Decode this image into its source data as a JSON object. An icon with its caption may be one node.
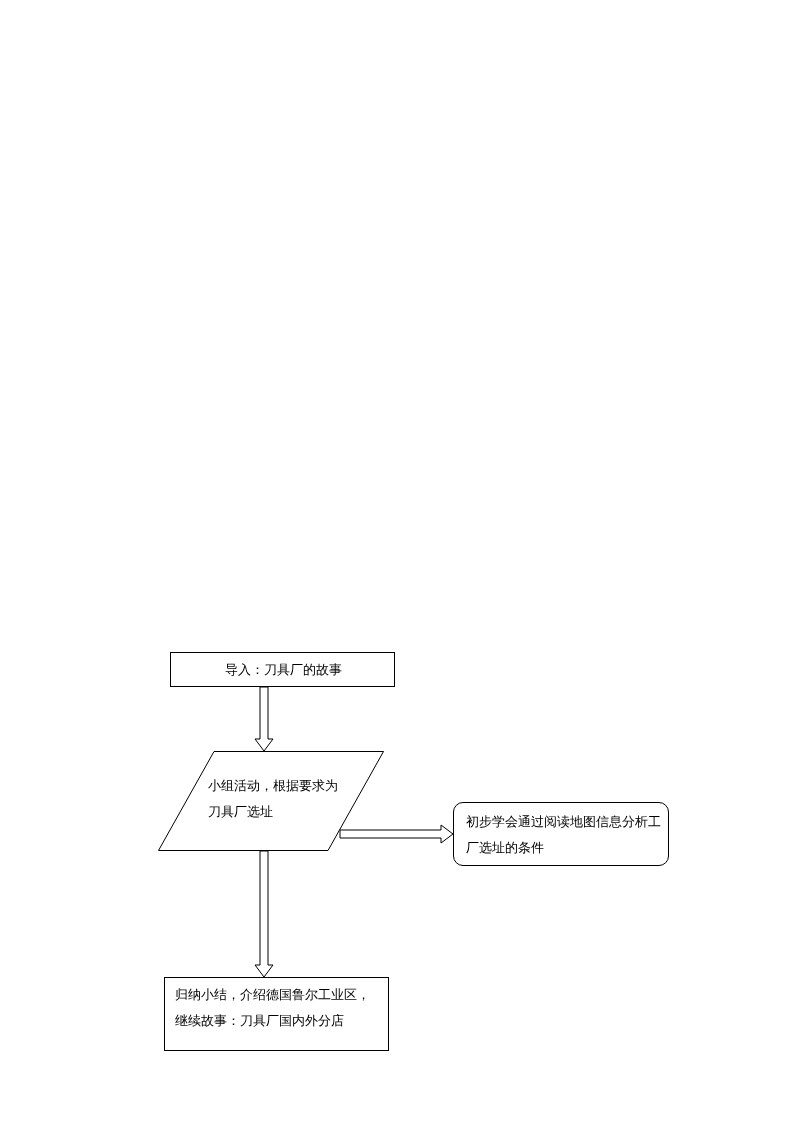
{
  "diagram": {
    "nodes": [
      {
        "text": [
          "导入：刀具厂的故事"
        ]
      },
      {
        "text": [
          "小组活动，根据要求为刀具厂选址"
        ]
      },
      {
        "text": [
          "初步学会通过阅读地图信息分析工厂选址的条件"
        ]
      },
      {
        "text": [
          "归纳小结，介绍德国鲁尔工业区，继续故事：刀具厂国内外分店"
        ]
      }
    ],
    "edges": [
      {
        "from": 0,
        "to": 1,
        "arrow": "to"
      },
      {
        "from": 1,
        "to": 2,
        "arrow": "to"
      },
      {
        "from": 1,
        "to": 3,
        "arrow": "to"
      }
    ]
  }
}
